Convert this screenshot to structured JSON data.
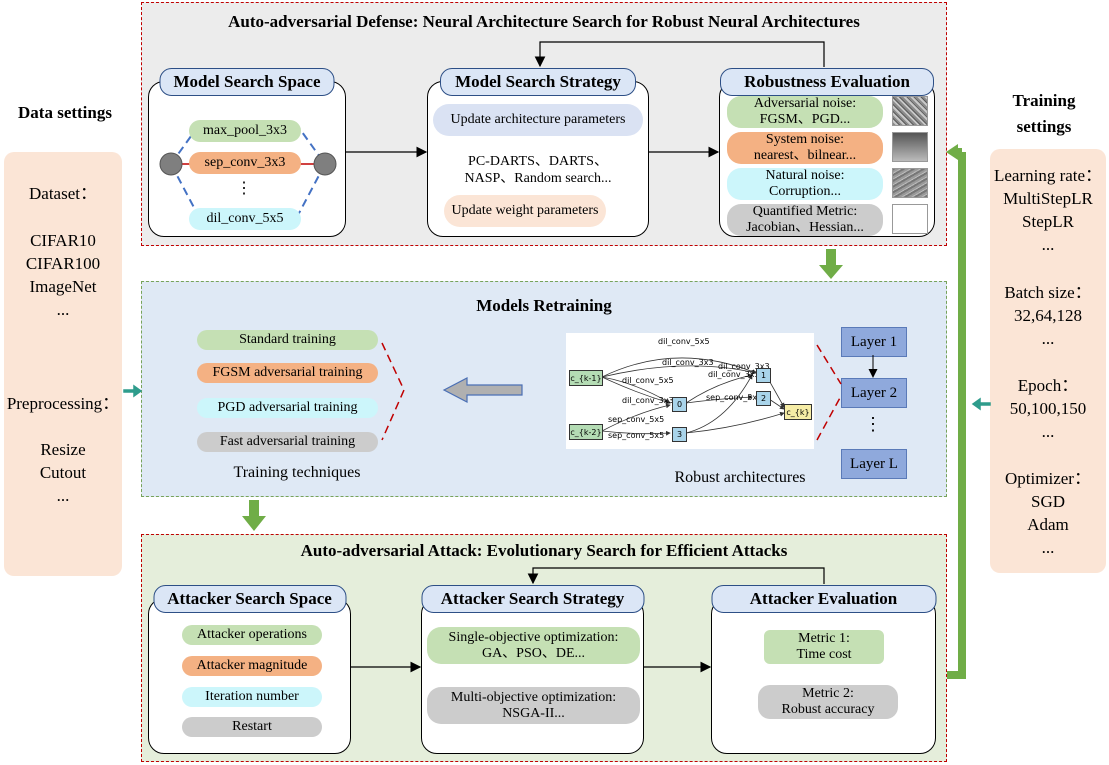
{
  "data_settings": {
    "title": "Data settings",
    "items": [
      "Dataset：",
      "CIFAR10",
      "CIFAR100",
      "ImageNet",
      "...",
      "Preprocessing：",
      "Resize",
      "Cutout",
      "..."
    ]
  },
  "training_settings": {
    "title_line1": "Training",
    "title_line2": "settings",
    "items": [
      "Learning rate：",
      "MultiStepLR",
      "StepLR",
      "...",
      "Batch size：",
      "32,64,128",
      "...",
      "Epoch：",
      "50,100,150",
      "...",
      "Optimizer：",
      "SGD",
      "Adam",
      "..."
    ]
  },
  "defense": {
    "title": "Auto-adversarial Defense: Neural Architecture Search for Robust Neural Architectures",
    "search_space": {
      "header": "Model Search Space",
      "ops": [
        "max_pool_3x3",
        "sep_conv_3x3",
        "⋮",
        "dil_conv_5x5"
      ]
    },
    "search_strategy": {
      "header": "Model Search Strategy",
      "update_arch": "Update architecture parameters",
      "methods_line1": "PC-DARTS、DARTS、",
      "methods_line2": "NASP、Random search...",
      "update_weight": "Update weight parameters"
    },
    "robustness": {
      "header": "Robustness Evaluation",
      "items": [
        {
          "line1": "Adversarial noise:",
          "line2": "FGSM、PGD..."
        },
        {
          "line1": "System noise:",
          "line2": "nearest、bilnear..."
        },
        {
          "line1": "Natural noise:",
          "line2": "Corruption..."
        },
        {
          "line1": "Quantified Metric:",
          "line2": "Jacobian、Hessian..."
        }
      ]
    }
  },
  "retraining": {
    "title": "Models Retraining",
    "techniques": [
      "Standard training",
      "FGSM adversarial training",
      "PGD adversarial training",
      "Fast adversarial training"
    ],
    "techniques_caption": "Training techniques",
    "architectures_caption": "Robust architectures",
    "layers": [
      "Layer 1",
      "Layer 2",
      "⋮",
      "Layer L"
    ],
    "graph": {
      "nodes": [
        "c_{k-1}",
        "c_{k-2}",
        "0",
        "1",
        "2",
        "3",
        "c_{k}"
      ],
      "edges": [
        "dil_conv_5x5",
        "dil_conv_3x3",
        "dil_conv_5x5",
        "dil_conv_3x3",
        "dil_conv_3x3",
        "dil_conv_3x3",
        "sep_conv_3x3",
        "sep_conv_5x5",
        "sep_conv_5x5"
      ]
    }
  },
  "attack": {
    "title": "Auto-adversarial Attack: Evolutionary Search for Efficient Attacks",
    "search_space": {
      "header": "Attacker Search Space",
      "items": [
        "Attacker operations",
        "Attacker magnitude",
        "Iteration number",
        "Restart"
      ]
    },
    "search_strategy": {
      "header": "Attacker Search Strategy",
      "single_line1": "Single-objective optimization:",
      "single_line2": "GA、PSO、DE...",
      "multi_line1": "Multi-objective optimization:",
      "multi_line2": "NSGA-II..."
    },
    "evaluation": {
      "header": "Attacker Evaluation",
      "metric1_line1": "Metric 1:",
      "metric1_line2": "Time cost",
      "metric2_line1": "Metric 2:",
      "metric2_line2": "Robust accuracy"
    }
  },
  "colors": {
    "red_dash": "#c00000",
    "green_arrow": "#70ad47",
    "teal_arrow": "#2e9c8c",
    "header_fill": "#dbe6f6",
    "layer_fill": "#8fa9dc"
  }
}
